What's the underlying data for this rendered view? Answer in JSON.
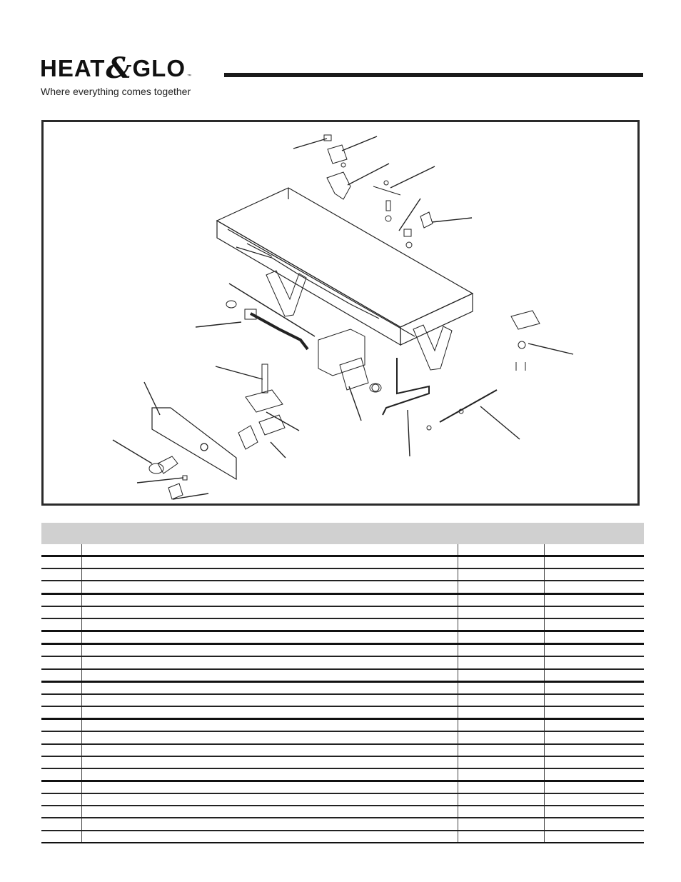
{
  "brand": {
    "logo_left": "HEAT",
    "logo_amp": "&",
    "logo_right": "GLO",
    "trademark": "™",
    "tagline": "Where everything comes together"
  },
  "colors": {
    "ink": "#111111",
    "table_header": "#d0d0d0",
    "rule": "#1a1a1a"
  },
  "parts_table": {
    "columns": [
      "",
      "",
      "",
      ""
    ],
    "row_count": 24,
    "rows": [
      [
        "",
        "",
        "",
        ""
      ],
      [
        "",
        "",
        "",
        ""
      ],
      [
        "",
        "",
        "",
        ""
      ],
      [
        "",
        "",
        "",
        ""
      ],
      [
        "",
        "",
        "",
        ""
      ],
      [
        "",
        "",
        "",
        ""
      ],
      [
        "",
        "",
        "",
        ""
      ],
      [
        "",
        "",
        "",
        ""
      ],
      [
        "",
        "",
        "",
        ""
      ],
      [
        "",
        "",
        "",
        ""
      ],
      [
        "",
        "",
        "",
        ""
      ],
      [
        "",
        "",
        "",
        ""
      ],
      [
        "",
        "",
        "",
        ""
      ],
      [
        "",
        "",
        "",
        ""
      ],
      [
        "",
        "",
        "",
        ""
      ],
      [
        "",
        "",
        "",
        ""
      ],
      [
        "",
        "",
        "",
        ""
      ],
      [
        "",
        "",
        "",
        ""
      ],
      [
        "",
        "",
        "",
        ""
      ],
      [
        "",
        "",
        "",
        ""
      ],
      [
        "",
        "",
        "",
        ""
      ],
      [
        "",
        "",
        "",
        ""
      ],
      [
        "",
        "",
        "",
        ""
      ],
      [
        "",
        "",
        "",
        ""
      ]
    ]
  }
}
